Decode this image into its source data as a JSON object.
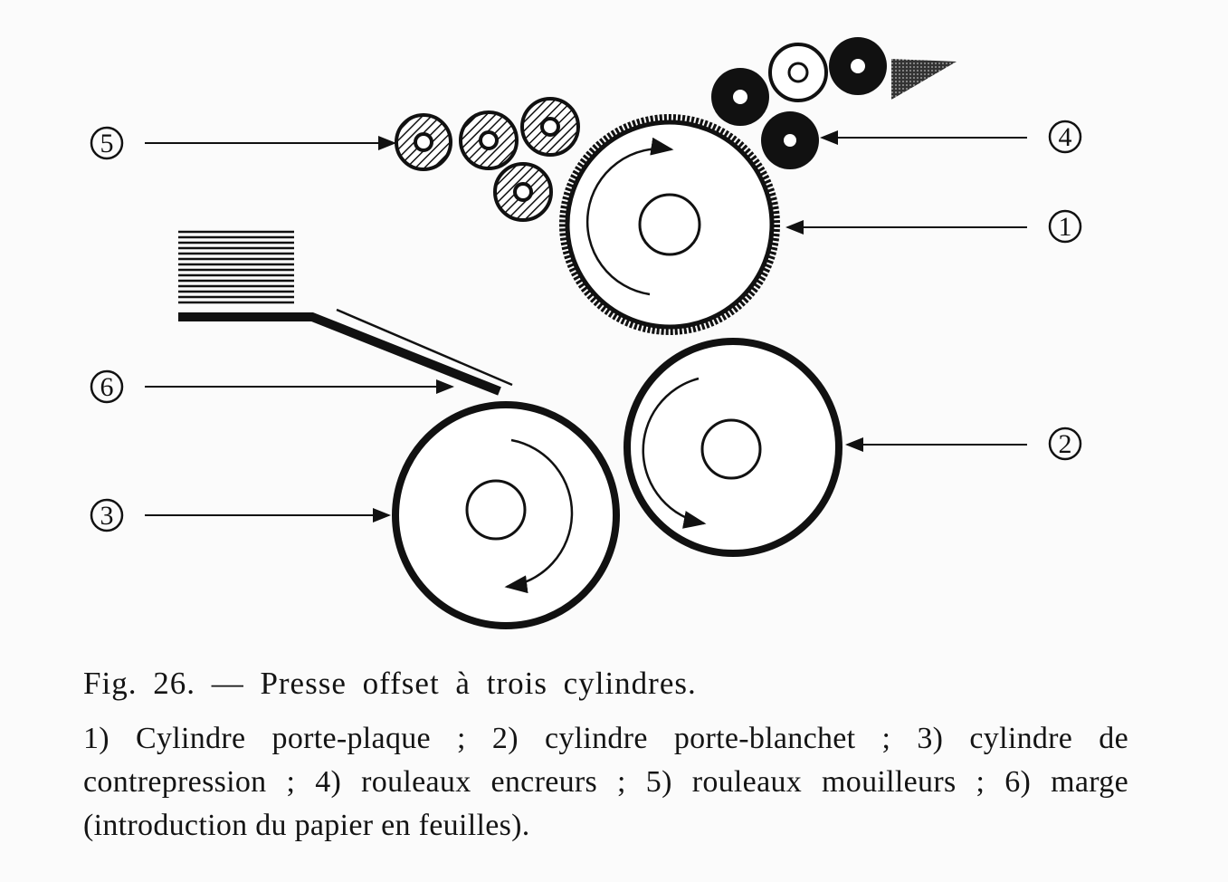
{
  "figure": {
    "caption": "Fig. 26. — Presse offset à trois cylindres.",
    "legend": "1) Cylindre porte-plaque ; 2) cylindre porte-blanchet ; 3) cylindre de contrepression ; 4) rouleaux encreurs ; 5) rouleaux mouilleurs ; 6) marge (introduction du papier en feuilles).",
    "labels": [
      "1",
      "2",
      "3",
      "4",
      "5",
      "6"
    ]
  }
}
